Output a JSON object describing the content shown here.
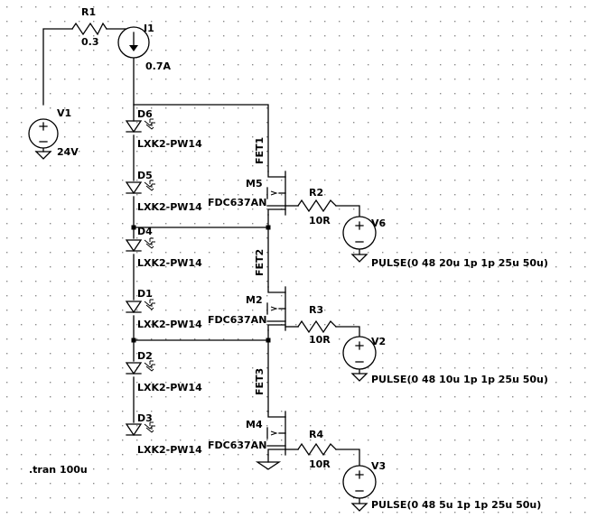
{
  "components": {
    "r1": {
      "name": "R1",
      "value": "0.3"
    },
    "i1": {
      "name": "I1",
      "value": "0.7A"
    },
    "v1": {
      "name": "V1",
      "value": "24V"
    },
    "d6": {
      "name": "D6",
      "model": "LXK2-PW14"
    },
    "d5": {
      "name": "D5",
      "model": "LXK2-PW14"
    },
    "d4": {
      "name": "D4",
      "model": "LXK2-PW14"
    },
    "d1": {
      "name": "D1",
      "model": "LXK2-PW14"
    },
    "d2": {
      "name": "D2",
      "model": "LXK2-PW14"
    },
    "d3": {
      "name": "D3",
      "model": "LXK2-PW14"
    },
    "m5": {
      "name": "M5",
      "model": "FDC637AN"
    },
    "m2": {
      "name": "M2",
      "model": "FDC637AN"
    },
    "m4": {
      "name": "M4",
      "model": "FDC637AN"
    },
    "r2": {
      "name": "R2",
      "value": "10R"
    },
    "r3": {
      "name": "R3",
      "value": "10R"
    },
    "r4": {
      "name": "R4",
      "value": "10R"
    },
    "v6": {
      "name": "V6",
      "value": "PULSE(0 48 20u 1p 1p 25u 50u)"
    },
    "v2": {
      "name": "V2",
      "value": "PULSE(0 48 10u 1p 1p 25u 50u)"
    },
    "v3": {
      "name": "V3",
      "value": "PULSE(0 48 5u 1p 1p 25u 50u)"
    }
  },
  "net_labels": {
    "fet1": "FET1",
    "fet2": "FET2",
    "fet3": "FET3"
  },
  "directive": ".tran 100u",
  "colors": {
    "background": "#ffffff",
    "wire": "#000000",
    "grid": "#8a8a8a"
  }
}
